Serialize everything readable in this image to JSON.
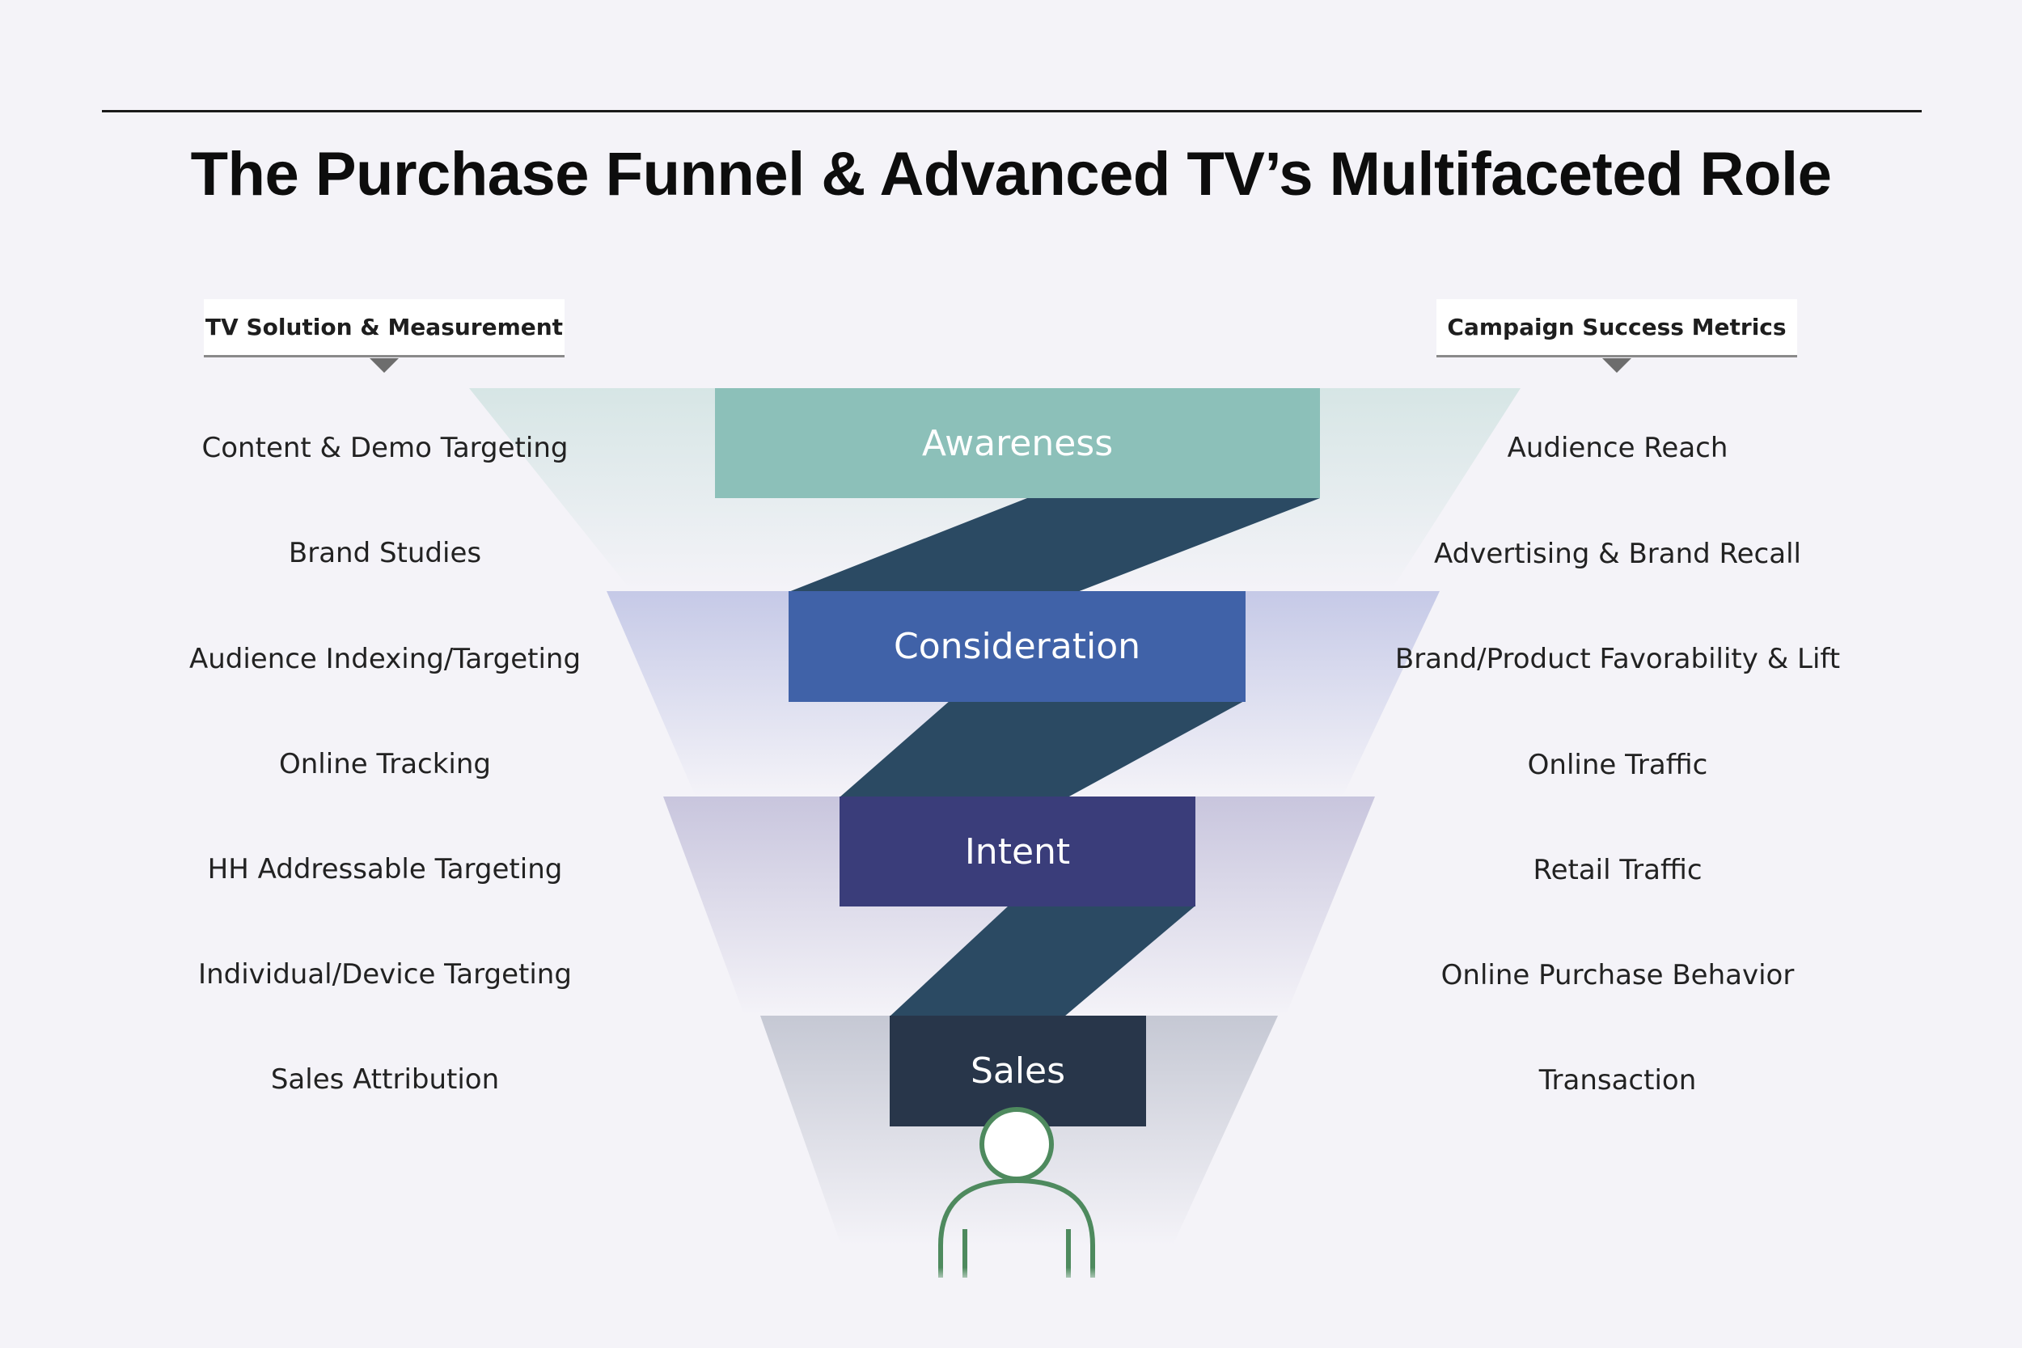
{
  "title": "The Purchase Funnel & Advanced TV’s Multifaceted Role",
  "left_header": "TV Solution & Measurement",
  "right_header": "Campaign Success Metrics",
  "stages": [
    {
      "label": "Awareness",
      "color": "#8cc0b9"
    },
    {
      "label": "Consideration",
      "color": "#4062a8"
    },
    {
      "label": "Intent",
      "color": "#3a3d7a"
    },
    {
      "label": "Sales",
      "color": "#28364a"
    }
  ],
  "connector_color": "#2b4a63",
  "person_icon_color": "#4e8a5e",
  "left_items": [
    "Content & Demo Targeting",
    "Brand Studies",
    "Audience Indexing/Targeting",
    "Online Tracking",
    "HH Addressable Targeting",
    "Individual/Device Targeting",
    "Sales Attribution"
  ],
  "right_items": [
    "Audience Reach",
    "Advertising & Brand Recall",
    "Brand/Product Favorability & Lift",
    "Online Traffic",
    "Retail Traffic",
    "Online Purchase Behavior",
    "Transaction"
  ]
}
